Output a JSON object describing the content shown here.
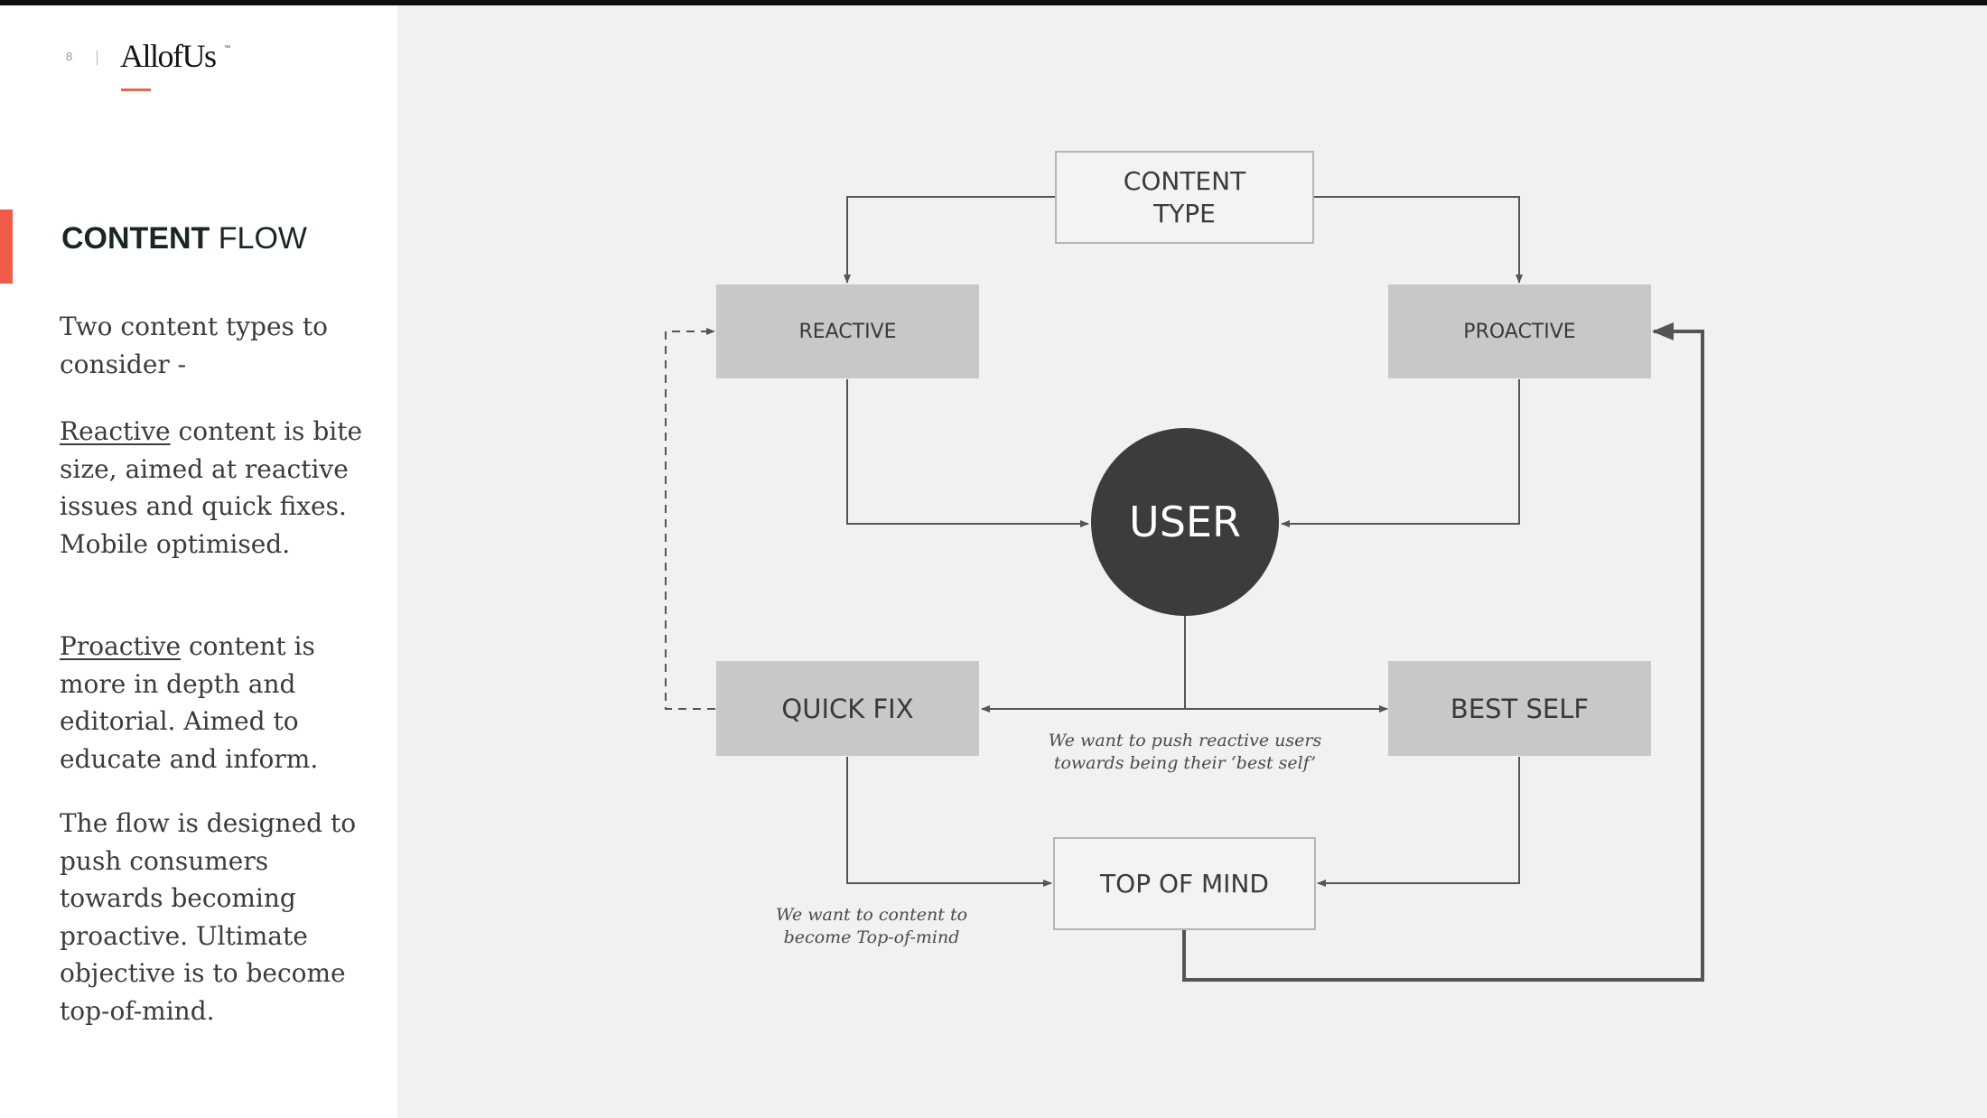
{
  "header": {
    "page_number": "8",
    "logo_text": "AllofUs",
    "logo_tm": "™"
  },
  "section": {
    "title_bold": "CONTENT",
    "title_regular": " FLOW"
  },
  "body": {
    "intro": "Two content types to consider -",
    "reactive_term": "Reactive",
    "reactive_text": " content is bite size, aimed at reactive issues and quick fixes. Mobile optimised.",
    "proactive_term": "Proactive",
    "proactive_text": " content is more in depth and editorial. Aimed to educate and inform.",
    "flow_text": "The flow is designed to push consumers towards becoming proactive. Ultimate objective is to become top-of-mind."
  },
  "diagram": {
    "content_type_line1": "CONTENT",
    "content_type_line2": "TYPE",
    "reactive": "REACTIVE",
    "proactive": "PROACTIVE",
    "user": "USER",
    "quick_fix": "QUICK FIX",
    "best_self": "BEST SELF",
    "top_of_mind": "TOP OF MIND",
    "note_best_self_line1": "We want to push reactive users",
    "note_best_self_line2": "towards being their ‘best self’",
    "note_top_of_mind_line1": "We want to content to",
    "note_top_of_mind_line2": "become Top-of-mind"
  },
  "colors": {
    "accent": "#f05a48",
    "logo_underline": "#e0694e",
    "panel_bg": "#f1f1f2",
    "node_fill": "#c8c8c8",
    "user_fill": "#3c3c3c",
    "line": "#555555"
  }
}
